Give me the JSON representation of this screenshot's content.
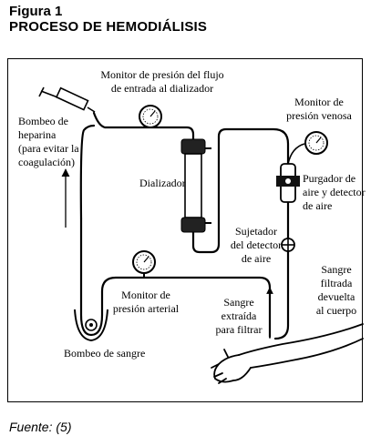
{
  "figure": {
    "number": "Figura 1",
    "title": "PROCESO DE HEMODIÁLISIS"
  },
  "labels": {
    "heparin_pump": [
      "Bombeo de",
      "heparina",
      "(para evitar la",
      "coagulación)"
    ],
    "inflow_monitor": [
      "Monitor de presión del flujo",
      "de entrada al dializador"
    ],
    "venous_monitor": [
      "Monitor de",
      "presión venosa"
    ],
    "dialyzer": [
      "Dializador"
    ],
    "air_trap": [
      "Purgador de",
      "aire y detector",
      "de aire"
    ],
    "air_clamp": [
      "Sujetador",
      "del detector",
      "de aire"
    ],
    "filtered_blood": [
      "Sangre",
      "filtrada",
      "devuelta",
      "al cuerpo"
    ],
    "arterial_monitor": [
      "Monitor de",
      "presión arterial"
    ],
    "drawn_blood": [
      "Sangre",
      "extraída",
      "para filtrar"
    ],
    "blood_pump": [
      "Bombeo de sangre"
    ]
  },
  "source": "Fuente: (5)"
}
